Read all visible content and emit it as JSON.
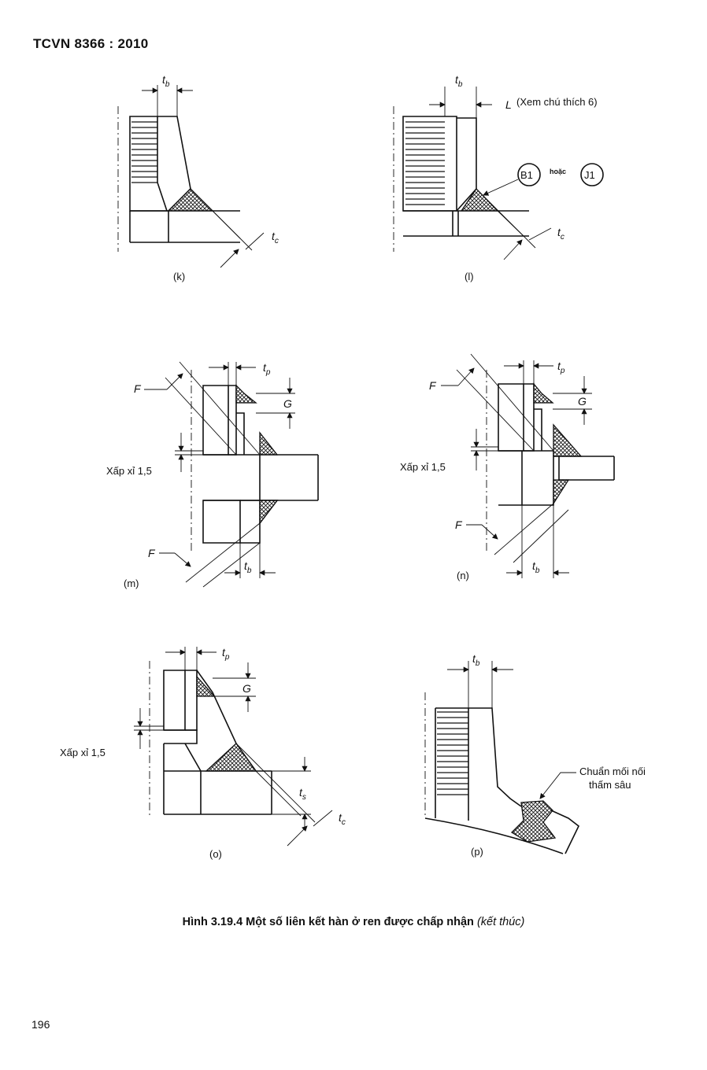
{
  "header": {
    "standard": "TCVN 8366 : 2010"
  },
  "figures": {
    "k": {
      "label": "(k)",
      "tb": "t",
      "tb_sub": "b",
      "tc": "t",
      "tc_sub": "c"
    },
    "l": {
      "label": "(l)",
      "tb": "t",
      "tb_sub": "b",
      "L": "L",
      "note": "(Xem chú thích 6)",
      "b1": "B1",
      "or_word": "hoặc",
      "j1": "J1",
      "tc": "t",
      "tc_sub": "c"
    },
    "m": {
      "label": "(m)",
      "tp": "t",
      "tp_sub": "p",
      "F_top": "F",
      "G": "G",
      "approx": "Xấp xỉ 1,5",
      "F_bottom": "F",
      "tb": "t",
      "tb_sub": "b"
    },
    "n": {
      "label": "(n)",
      "tp": "t",
      "tp_sub": "p",
      "F_top": "F",
      "G": "G",
      "approx": "Xấp xỉ 1,5",
      "F_bottom": "F",
      "tb": "t",
      "tb_sub": "b"
    },
    "o": {
      "label": "(o)",
      "tp": "t",
      "tp_sub": "p",
      "G": "G",
      "approx": "Xấp xỉ 1,5",
      "ts": "t",
      "ts_sub": "s",
      "tc": "t",
      "tc_sub": "c"
    },
    "p": {
      "label": "(p)",
      "tb": "t",
      "tb_sub": "b",
      "note_line1": "Chuẩn mối nối",
      "note_line2": "thấm sâu"
    }
  },
  "caption": {
    "main": "Hình 3.19.4 Một số liên kết hàn ở ren được chấp nhận",
    "italic": "(kết thúc)"
  },
  "page_number": "196"
}
